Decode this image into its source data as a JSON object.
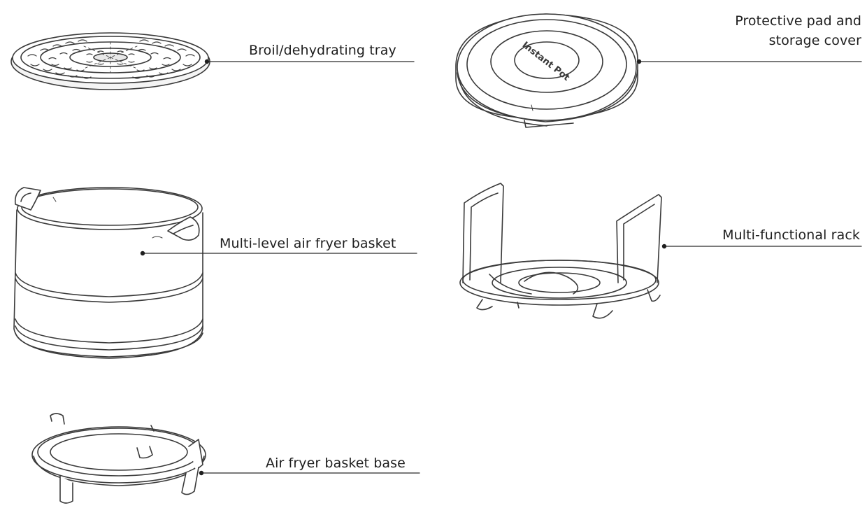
{
  "labels": {
    "tray": "Broil/dehydrating tray",
    "pad_line1": "Protective pad and",
    "pad_line2": "storage cover",
    "basket": "Multi-level air fryer basket",
    "rack": "Multi-functional rack",
    "base": "Air fryer basket base"
  },
  "logo_text": "Instant Pot",
  "colors": {
    "line": "#2b2b2b",
    "text": "#1e1e1e",
    "background": "#ffffff"
  }
}
